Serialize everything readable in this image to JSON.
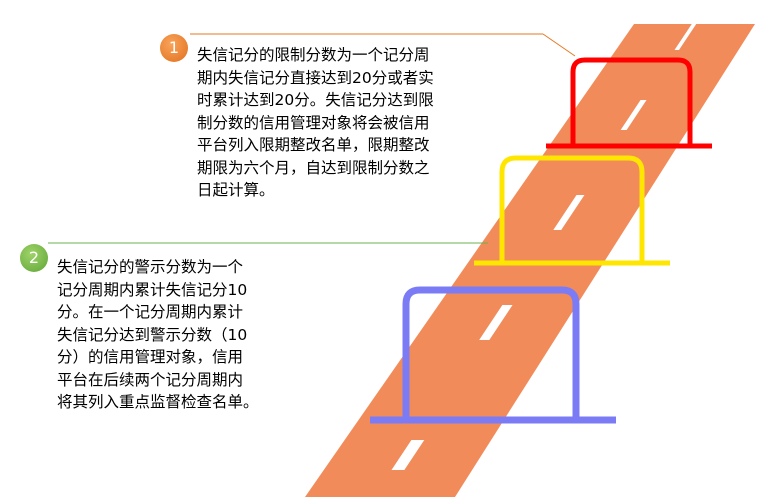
{
  "callouts": [
    {
      "number": "1",
      "lines": [
        "失信记分的限制分数为一个记分周",
        "期内失信记分直接达到20分或者实",
        "时累计达到20分。失信记分达到限",
        "制分数的信用管理对象将会被信用",
        "平台列入限期整改名单，限期整改",
        "期限为六个月，自达到限制分数之",
        "日起计算。"
      ],
      "color": "#e87722"
    },
    {
      "number": "2",
      "lines": [
        "失信记分的警示分数为一个",
        "记分周期内累计失信记分10",
        "分。在一个记分周期内累计",
        "失信记分达到警示分数（10",
        "分）的信用管理对象，信用",
        "平台在后续两个记分周期内",
        "将其列入重点监督检查名单。"
      ],
      "color": "#6ab04c"
    }
  ],
  "colors": {
    "track": "#f28b5a",
    "lane_marks": "#ffffff",
    "hurdle_top": "#ff0000",
    "hurdle_middle": "#ffe600",
    "hurdle_bottom": "#7b7bf5",
    "leader_line_1": "#e87722",
    "leader_line_2": "#6ab04c"
  }
}
